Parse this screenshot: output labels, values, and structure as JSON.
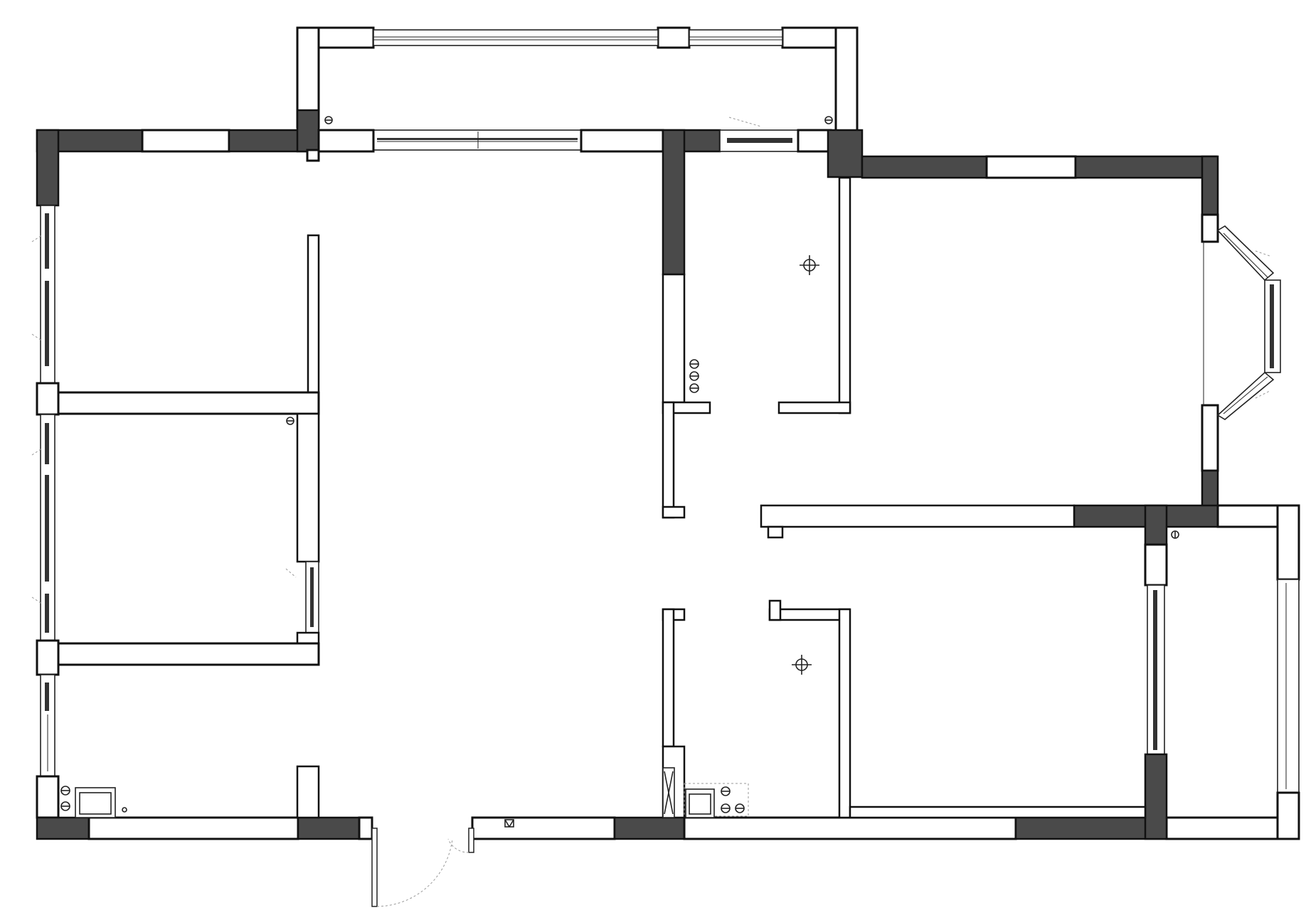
{
  "drawing": {
    "kind": "architectural floor plan",
    "colors": {
      "structural_wall": "#4a4a4a",
      "partition_wall": "#ffffff",
      "outline": "#111111",
      "door_swing": "#999999"
    },
    "legend_symbols": [
      "structural-wall",
      "partition-wall",
      "window",
      "bay-window",
      "door-swing",
      "ceiling-light",
      "socket",
      "gas-meter",
      "water-heater",
      "floor-drain",
      "vent-shaft"
    ]
  }
}
